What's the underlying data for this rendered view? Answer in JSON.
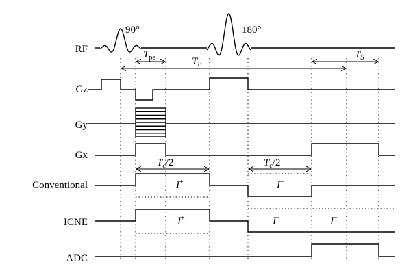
{
  "rows": {
    "rf": "RF",
    "gz": "Gz",
    "gy": "Gy",
    "gx": "Gx",
    "conventional": "Conventional",
    "icne": "ICNE",
    "adc": "ADC"
  },
  "pulses": {
    "p90": "90°",
    "p180": "180°"
  },
  "intervals": {
    "tpe": {
      "main": "T",
      "sub": "pe"
    },
    "te": {
      "main": "T",
      "sub": "E"
    },
    "ts": {
      "main": "T",
      "sub": "S"
    },
    "tc1": {
      "main": "T",
      "sub": "c",
      "tail": "/2"
    },
    "tc2": {
      "main": "T",
      "sub": "c",
      "tail": "/2"
    }
  },
  "currents": {
    "conv_pos": {
      "main": "I",
      "sup": "+"
    },
    "conv_neg": {
      "main": "I",
      "sup": "−"
    },
    "icne_pos": {
      "main": "I",
      "sup": "+"
    },
    "icne_neg1": {
      "main": "I",
      "sup": "−"
    },
    "icne_neg2": {
      "main": "I",
      "sup": "−"
    }
  }
}
